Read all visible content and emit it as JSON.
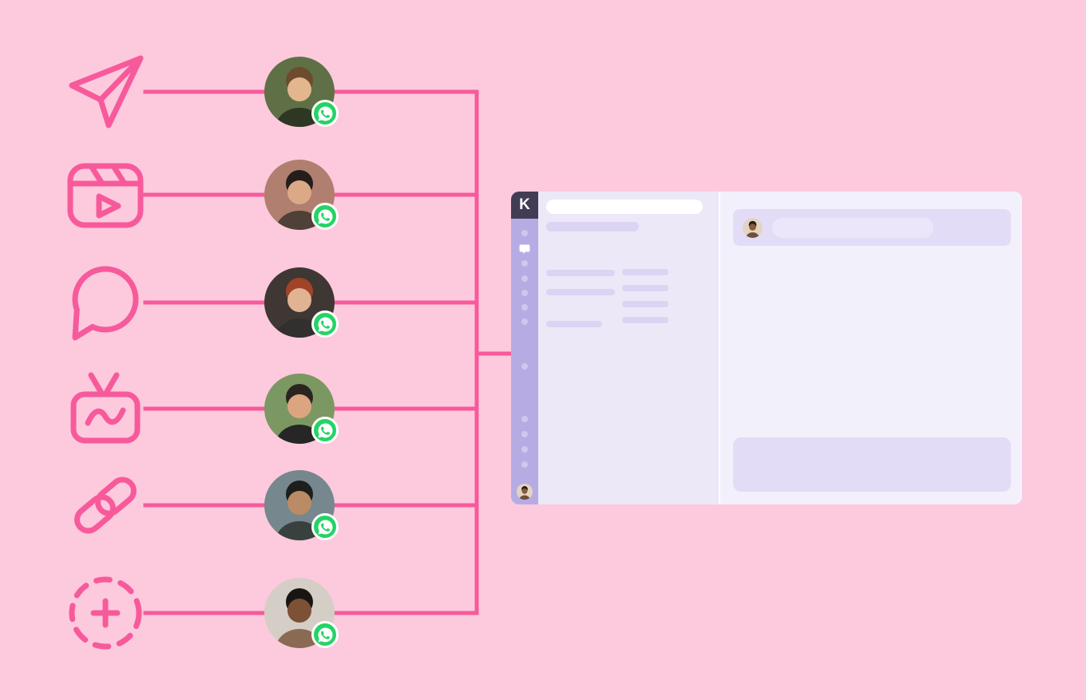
{
  "page": {
    "background": "#FDC9DD",
    "accent": "#F75A9B"
  },
  "whatsapp": {
    "badge_color": "#25D366",
    "ring_color": "#FFFFFF"
  },
  "channels": [
    {
      "id": "send",
      "icon": "send-icon"
    },
    {
      "id": "reels",
      "icon": "reels-icon"
    },
    {
      "id": "chat",
      "icon": "chat-bubble-icon"
    },
    {
      "id": "igtv",
      "icon": "igtv-icon"
    },
    {
      "id": "link",
      "icon": "link-icon"
    },
    {
      "id": "add-story",
      "icon": "add-story-icon"
    }
  ],
  "contacts": [
    {
      "id": "contact-1",
      "badge": "whatsapp",
      "colors": {
        "bg": "#5F7046",
        "hair": "#6E4B2F",
        "skin": "#E3B68E",
        "shirt": "#2E3624"
      }
    },
    {
      "id": "contact-2",
      "badge": "whatsapp",
      "colors": {
        "bg": "#B07F6F",
        "hair": "#241D1B",
        "skin": "#DCA987",
        "shirt": "#4F4038"
      }
    },
    {
      "id": "contact-3",
      "badge": "whatsapp",
      "colors": {
        "bg": "#3E3733",
        "hair": "#A04326",
        "skin": "#E2B294",
        "shirt": "#31302E"
      }
    },
    {
      "id": "contact-4",
      "badge": "whatsapp",
      "colors": {
        "bg": "#7C9862",
        "hair": "#2B2522",
        "skin": "#DBA67F",
        "shirt": "#262626"
      }
    },
    {
      "id": "contact-5",
      "badge": "whatsapp",
      "colors": {
        "bg": "#76878D",
        "hair": "#1E1E1C",
        "skin": "#BB8B66",
        "shirt": "#39413F"
      }
    },
    {
      "id": "contact-6",
      "badge": "whatsapp",
      "colors": {
        "bg": "#D4CEC6",
        "hair": "#181513",
        "skin": "#7C5136",
        "shirt": "#8A6A52"
      }
    }
  ],
  "app_window": {
    "logo_letter": "K",
    "user_avatar_colors": {
      "bg": "#E3D4C2",
      "hair": "#23201D",
      "skin": "#8A5A3B",
      "shirt": "#6E4F3A"
    },
    "colors": {
      "sidebar": "#B6ACE3",
      "logo_bg": "#423D54",
      "panel": "#ECE8F8",
      "main": "#F2F0FB",
      "bar": "#DCD4F2",
      "card": "#E2DCF6",
      "pill": "#EBE6F9",
      "white_bar": "#FFFFFF",
      "dot": "#CFC7EE"
    }
  }
}
